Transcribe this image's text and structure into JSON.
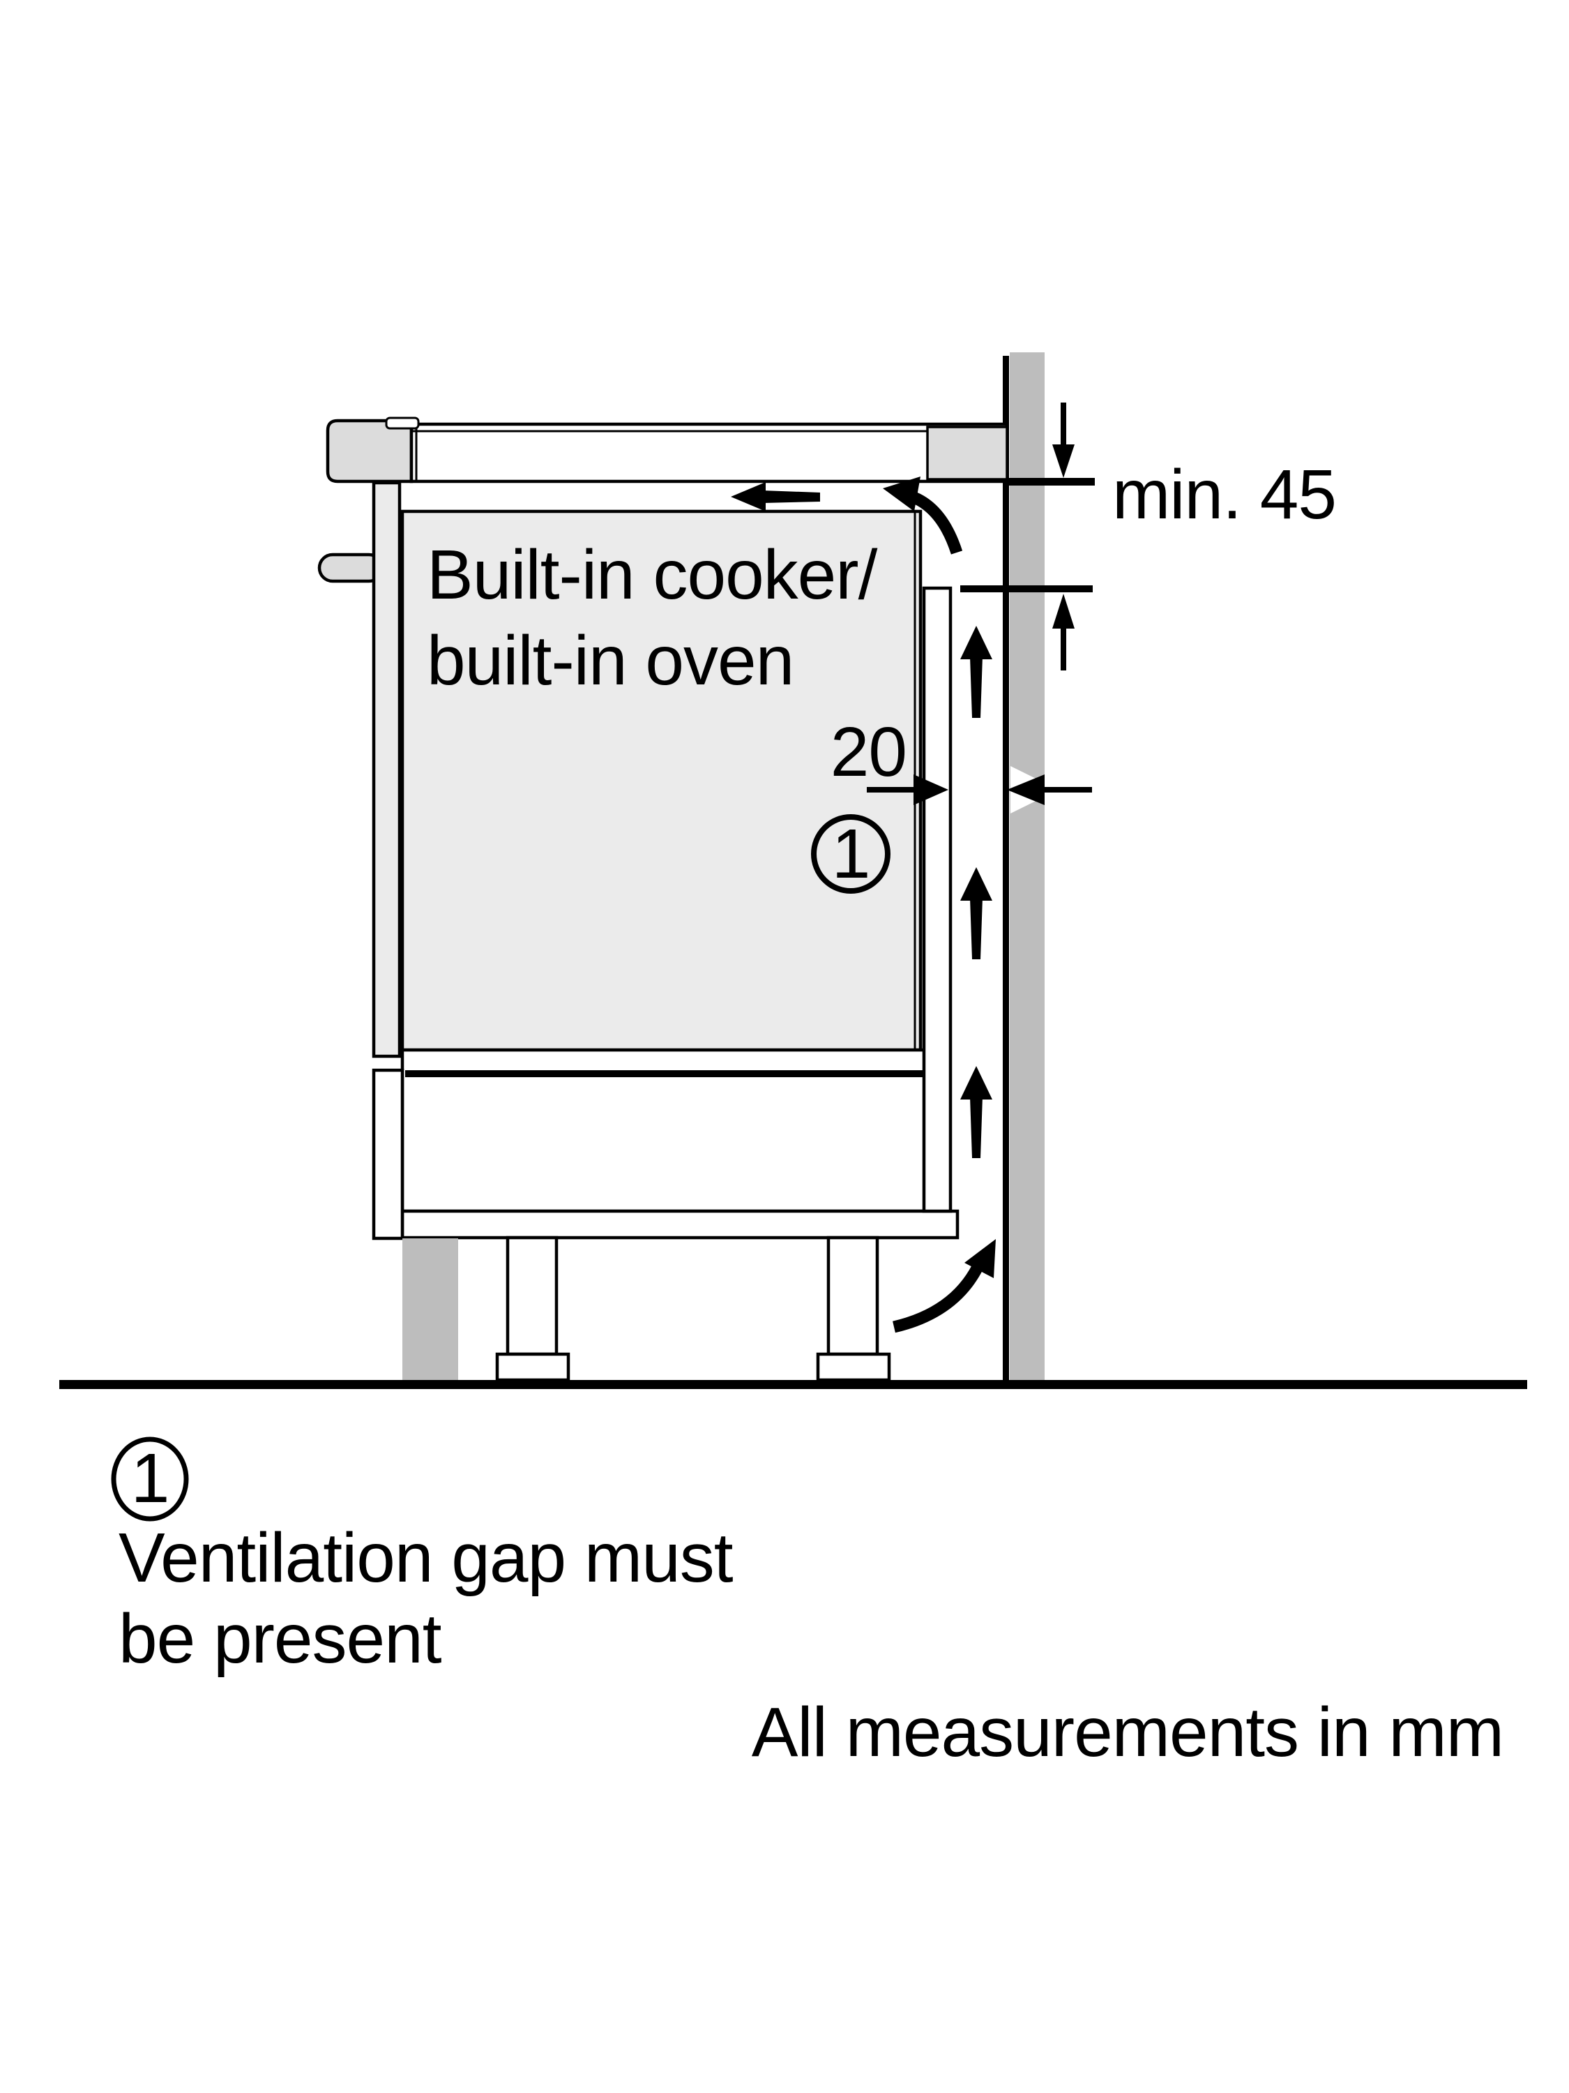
{
  "diagram": {
    "labels": {
      "appliance_line1": "Built-in cooker/",
      "appliance_line2": "built-in oven",
      "dim_top_clearance": "min. 45",
      "dim_rear_gap": "20",
      "callout_marker": "1"
    },
    "notes": {
      "marker": "1",
      "note_line1": "Ventilation gap must",
      "note_line2": "be present",
      "units_note": "All measurements in mm"
    },
    "colors": {
      "line_black": "#000000",
      "wall_gray": "#bdbdbd",
      "panel_gray": "#dcdcdc",
      "appliance_gray": "#ebebeb",
      "background": "#ffffff"
    }
  }
}
